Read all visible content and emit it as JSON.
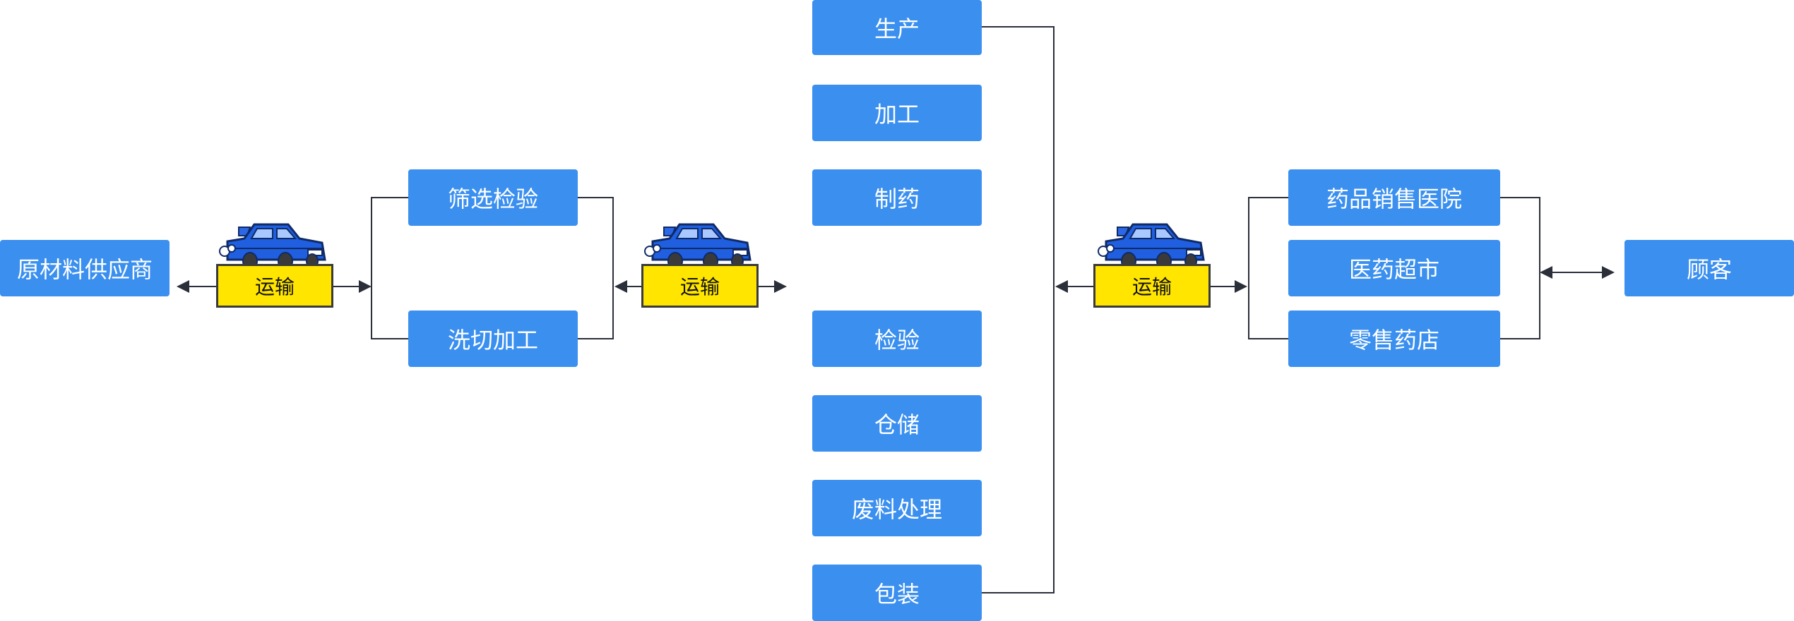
{
  "nodes": {
    "supplier": "原材料供应商",
    "screening": "筛选检验",
    "washing": "洗切加工",
    "production": "生产",
    "processing": "加工",
    "pharma": "制药",
    "inspection": "检验",
    "storage": "仓储",
    "waste": "废料处理",
    "packaging": "包装",
    "hospital": "药品销售医院",
    "supermarket": "医药超市",
    "pharmacy": "零售药店",
    "customer": "顾客"
  },
  "transport_label": "运输",
  "icons": {
    "car": "car-icon",
    "arrow": "arrowhead-icon"
  },
  "colors": {
    "box_fill": "#3a8fef",
    "transport_fill": "#ffe500",
    "line": "#2b2f3a",
    "car_body": "#1f5fe0"
  }
}
